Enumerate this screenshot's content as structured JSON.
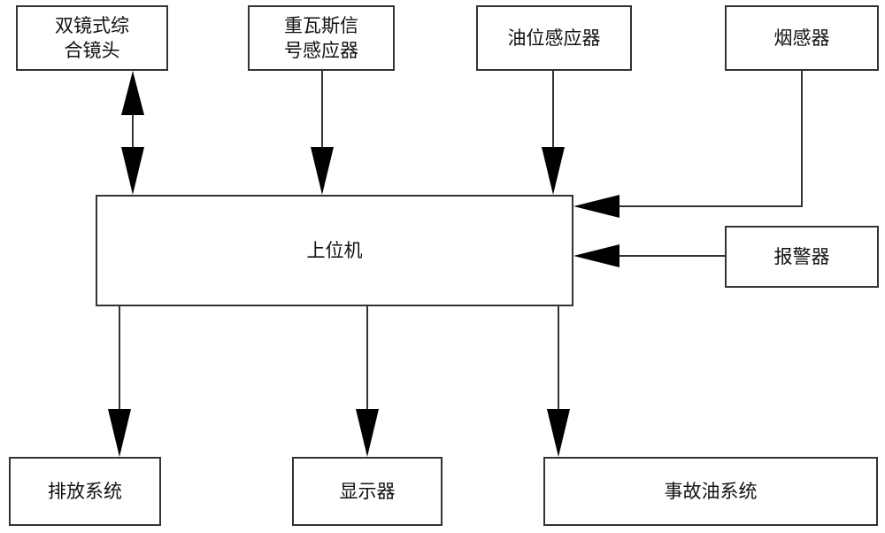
{
  "nodes": {
    "camera": {
      "label_line1": "双镜式综",
      "label_line2": "合镜头"
    },
    "gas_sensor": {
      "label_line1": "重瓦斯信",
      "label_line2": "号感应器"
    },
    "oil_level_sensor": {
      "label": "油位感应器"
    },
    "smoke_sensor": {
      "label": "烟感器"
    },
    "host_computer": {
      "label": "上位机"
    },
    "alarm": {
      "label": "报警器"
    },
    "exhaust_system": {
      "label": "排放系统"
    },
    "display": {
      "label": "显示器"
    },
    "accident_oil_system": {
      "label": "事故油系统"
    }
  },
  "colors": {
    "line": "#333333",
    "arrow": "#000000",
    "background": "#ffffff"
  }
}
